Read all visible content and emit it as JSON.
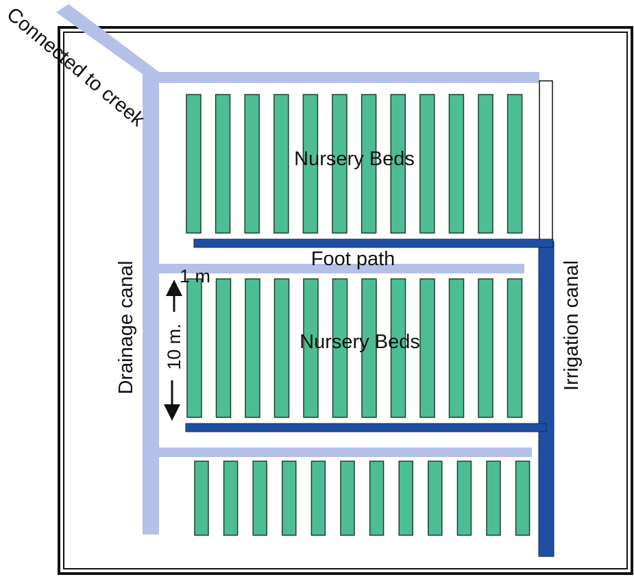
{
  "labels": {
    "creek": "Connected to creek",
    "nursery_beds_top": "Nursery Beds",
    "nursery_beds_middle": "Nursery Beds",
    "foot_path": "Foot path",
    "drainage_canal": "Drainage canal",
    "irrigation_canal": "Irrigation canal",
    "bed_width": "1 m",
    "bed_length": "10 m."
  },
  "bed_rows": [
    {
      "name": "top",
      "count": 12
    },
    {
      "name": "middle",
      "count": 12
    },
    {
      "name": "bottom",
      "count": 12
    }
  ],
  "colors": {
    "bed_fill": "#4DBE94",
    "bed_stroke": "#1F3D31",
    "drainage": "#B4C0E8",
    "irrigation": "#1F4FA3",
    "border": "#111111"
  }
}
